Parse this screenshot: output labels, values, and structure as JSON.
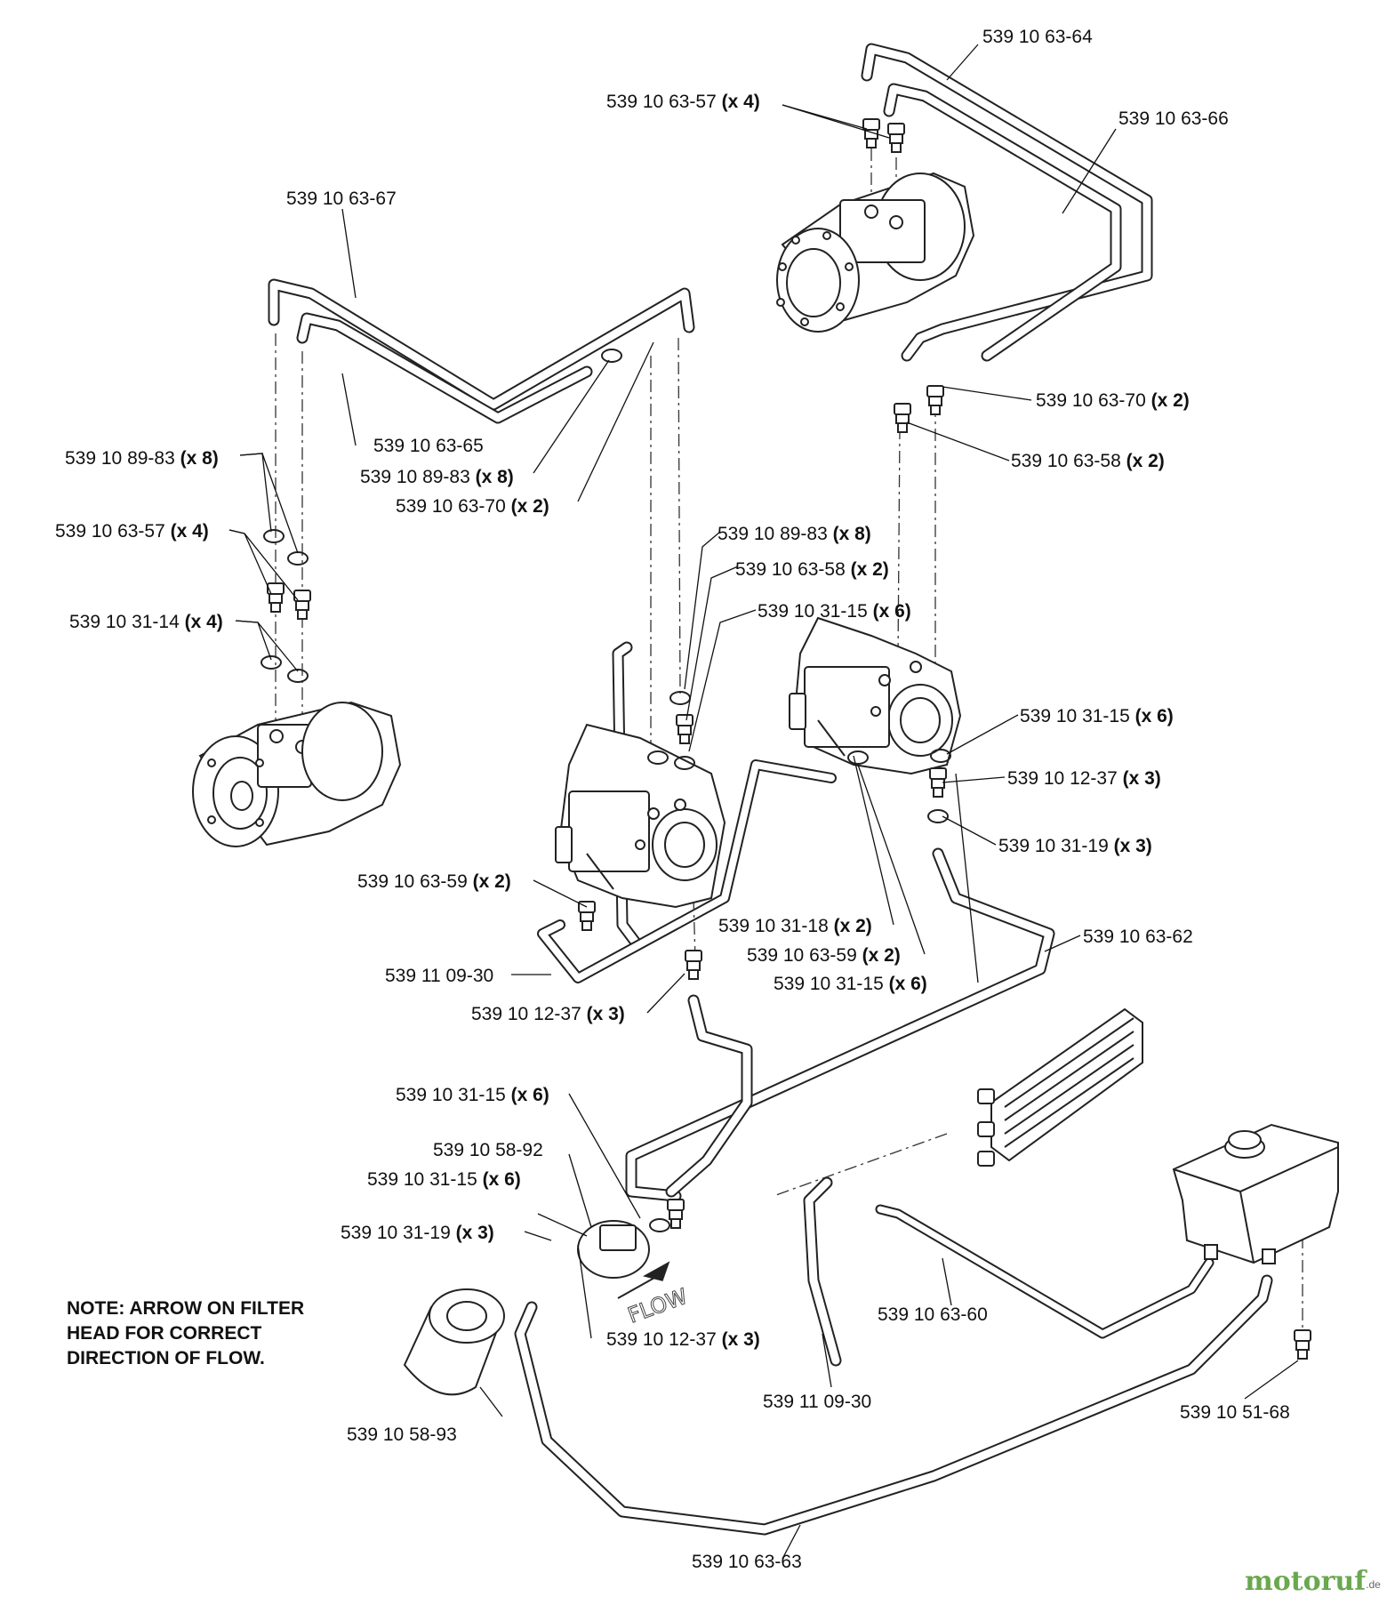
{
  "labels": [
    {
      "part": "539 10 63-64",
      "qty": ""
    },
    {
      "part": "539 10 63-57",
      "qty": "(x 4)"
    },
    {
      "part": "539 10 63-66",
      "qty": ""
    },
    {
      "part": "539 10 63-67",
      "qty": ""
    },
    {
      "part": "539 10 63-70",
      "qty": "(x 2)"
    },
    {
      "part": "539 10 63-58",
      "qty": "(x 2)"
    },
    {
      "part": "539 10 89-83",
      "qty": "(x 8)"
    },
    {
      "part": "539 10 63-65",
      "qty": ""
    },
    {
      "part": "539 10 89-83",
      "qty": "(x 8)"
    },
    {
      "part": "539 10 63-70",
      "qty": "(x 2)"
    },
    {
      "part": "539 10 63-57",
      "qty": "(x 4)"
    },
    {
      "part": "539 10 89-83",
      "qty": "(x 8)"
    },
    {
      "part": "539 10 63-58",
      "qty": "(x 2)"
    },
    {
      "part": "539 10 31-15",
      "qty": "(x 6)"
    },
    {
      "part": "539 10 31-14",
      "qty": "(x 4)"
    },
    {
      "part": "539 10 31-15",
      "qty": "(x 6)"
    },
    {
      "part": "539 10 12-37",
      "qty": "(x 3)"
    },
    {
      "part": "539 10 31-19",
      "qty": "(x 3)"
    },
    {
      "part": "539 10 63-59",
      "qty": "(x 2)"
    },
    {
      "part": "539 10 31-18",
      "qty": "(x 2)"
    },
    {
      "part": "539 10 63-62",
      "qty": ""
    },
    {
      "part": "539 10 63-59",
      "qty": "(x 2)"
    },
    {
      "part": "539 11 09-30",
      "qty": ""
    },
    {
      "part": "539 10 31-15",
      "qty": "(x 6)"
    },
    {
      "part": "539 10 12-37",
      "qty": "(x 3)"
    },
    {
      "part": "539 10 31-15",
      "qty": "(x 6)"
    },
    {
      "part": "539 10 58-92",
      "qty": ""
    },
    {
      "part": "539 10 31-15",
      "qty": "(x 6)"
    },
    {
      "part": "539 10 31-19",
      "qty": "(x 3)"
    },
    {
      "part": "539 10 63-60",
      "qty": ""
    },
    {
      "part": "539 10 12-37",
      "qty": "(x 3)"
    },
    {
      "part": "539 11 09-30",
      "qty": ""
    },
    {
      "part": "539 10 51-68",
      "qty": ""
    },
    {
      "part": "539 10 58-93",
      "qty": ""
    },
    {
      "part": "539 10 63-63",
      "qty": ""
    }
  ],
  "note": {
    "line1": "NOTE: ARROW ON FILTER",
    "line2": "HEAD FOR CORRECT",
    "line3": "DIRECTION OF FLOW."
  },
  "flow_marking": "FLOW",
  "watermark": {
    "name": "motoruf",
    "suffix": ".de"
  }
}
